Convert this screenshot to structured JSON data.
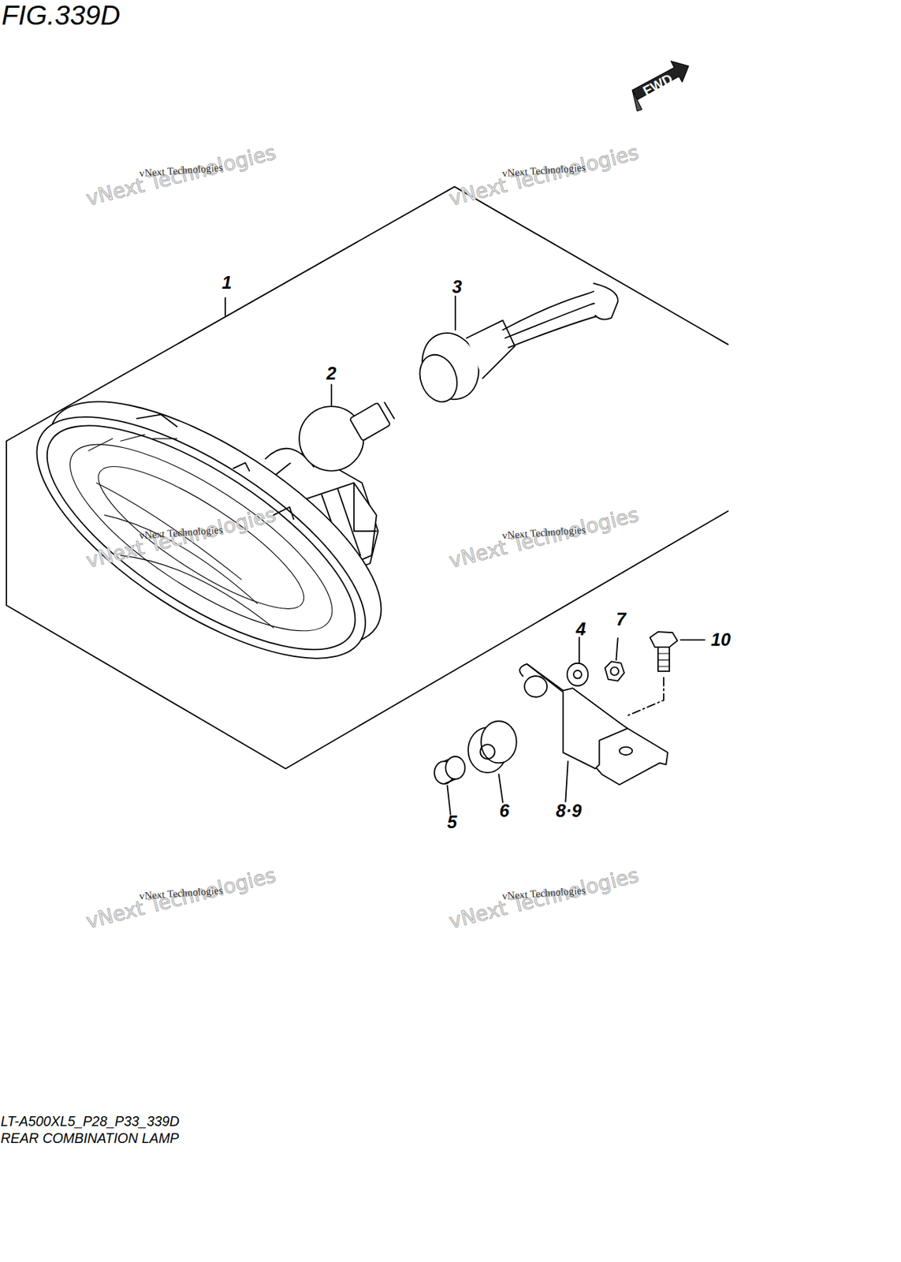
{
  "diagram": {
    "title": "FIG.339D",
    "caption": "REAR COMBINATION LAMP",
    "labels": [
      "FWD",
      "1",
      "2",
      "3",
      "4",
      "7",
      "10",
      "5",
      "6",
      "8·9",
      "LT-A500XL5_P28_P33_339D",
      "vNext Technologies",
      "vNext Technologies",
      "vNext Technologies",
      "vNext Technologies",
      "vNext Technologies",
      "vNext Technologies",
      "vNext Technologies",
      "vNext Technologies",
      "vNext Technologies",
      "vNext Technologies",
      "vNext Technologies",
      "vNext Technologies"
    ]
  }
}
